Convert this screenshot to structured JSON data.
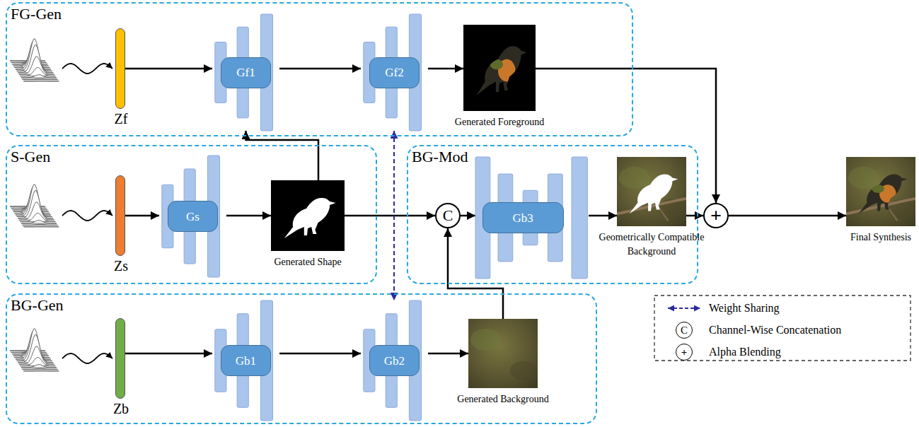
{
  "diagram": {
    "nodes": [
      {
        "text": [
          "FG-Gen"
        ]
      },
      {
        "text": [
          "Zf"
        ],
        "in": 0
      },
      {
        "text": [
          "Gf1"
        ],
        "in": 0
      },
      {
        "text": [
          "Gf2"
        ],
        "in": 0
      },
      {
        "text": [
          "Generated Foreground"
        ],
        "in": 0
      },
      {
        "text": [
          "S-Gen"
        ]
      },
      {
        "text": [
          "Zs"
        ],
        "in": 5
      },
      {
        "text": [
          "Gs"
        ],
        "in": 5
      },
      {
        "text": [
          "Generated Shape"
        ],
        "in": 5
      },
      {
        "text": [
          "BG-Mod"
        ]
      },
      {
        "text": [
          "C"
        ],
        "in": 9
      },
      {
        "text": [
          "Gb3"
        ],
        "in": 9
      },
      {
        "text": [
          "Geometrically Compatible Background"
        ],
        "in": 9
      },
      {
        "text": [
          "+"
        ]
      },
      {
        "text": [
          "Final Synthesis"
        ]
      },
      {
        "text": [
          "BG-Gen"
        ]
      },
      {
        "text": [
          "Zb"
        ],
        "in": 15
      },
      {
        "text": [
          "Gb1"
        ],
        "in": 15
      },
      {
        "text": [
          "Gb2"
        ],
        "in": 15
      },
      {
        "text": [
          "Generated Background"
        ],
        "in": 15
      }
    ],
    "edges": [
      {
        "from": 1,
        "to": 2,
        "arrow": "to"
      },
      {
        "from": 2,
        "to": 3,
        "arrow": "to"
      },
      {
        "from": 3,
        "to": 4,
        "arrow": "to"
      },
      {
        "from": 4,
        "to": 13,
        "arrow": "to"
      },
      {
        "from": 6,
        "to": 7,
        "arrow": "to"
      },
      {
        "from": 7,
        "to": 8,
        "arrow": "to"
      },
      {
        "from": 8,
        "to": 2,
        "arrow": "to"
      },
      {
        "from": 8,
        "to": 10,
        "arrow": "to"
      },
      {
        "from": 3,
        "to": 18,
        "arrow": "both"
      },
      {
        "from": 16,
        "to": 17,
        "arrow": "to"
      },
      {
        "from": 17,
        "to": 18,
        "arrow": "to"
      },
      {
        "from": 18,
        "to": 19,
        "arrow": "to"
      },
      {
        "from": 19,
        "to": 10,
        "arrow": "to"
      },
      {
        "from": 10,
        "to": 11,
        "arrow": "to"
      },
      {
        "from": 11,
        "to": 12,
        "arrow": "to"
      },
      {
        "from": 12,
        "to": 13,
        "arrow": "to"
      },
      {
        "from": 13,
        "to": 14,
        "arrow": "to"
      }
    ],
    "labels": [
      "C",
      "+"
    ],
    "legend": [
      {
        "text": "Weight Sharing"
      },
      {
        "text": "Channel-Wise Concatenation"
      },
      {
        "text": "Alpha Blending"
      }
    ]
  }
}
